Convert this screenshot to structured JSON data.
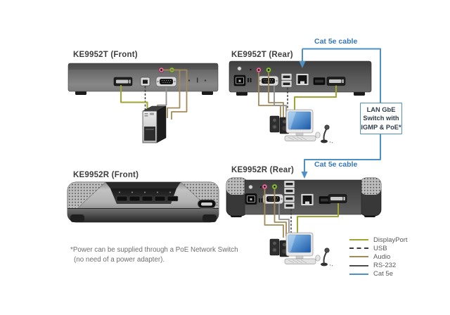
{
  "colors": {
    "displayport": "#9fa52e",
    "usb": "#3a3a3a",
    "audio": "#a38a58",
    "rs232": "#4d4d4d",
    "rs232_cable": "#8f8f8f",
    "cat5e": "#4e8fc4",
    "cat5e_label": "#3577b8",
    "label_text": "#3d3d3d",
    "note_text": "#6e6e6e",
    "legend_text": "#595959",
    "box_text": "#2e3c49"
  },
  "devices": {
    "t_front": {
      "label": "KE9952T (Front)"
    },
    "t_rear": {
      "label": "KE9952T (Rear)"
    },
    "r_front": {
      "label": "KE9952R (Front)"
    },
    "r_rear": {
      "label": "KE9952R (Rear)"
    }
  },
  "cables": {
    "top_label": "Cat 5e cable",
    "bottom_label": "Cat 5e cable"
  },
  "switch_box": {
    "lines": [
      "LAN GbE",
      "Switch with",
      "IGMP & PoE*"
    ]
  },
  "footnote": {
    "line1": "*Power can be supplied through a PoE Network Switch",
    "line2": "(no need of a power adapter)."
  },
  "legend": {
    "items": [
      {
        "label": "DisplayPort",
        "style": "solid",
        "color_key": "displayport"
      },
      {
        "label": "USB",
        "style": "dashed",
        "color_key": "usb"
      },
      {
        "label": "Audio",
        "style": "solid",
        "color_key": "audio"
      },
      {
        "label": "RS-232",
        "style": "solid",
        "color_key": "rs232"
      },
      {
        "label": "Cat 5e",
        "style": "solid",
        "color_key": "cat5e"
      }
    ]
  }
}
